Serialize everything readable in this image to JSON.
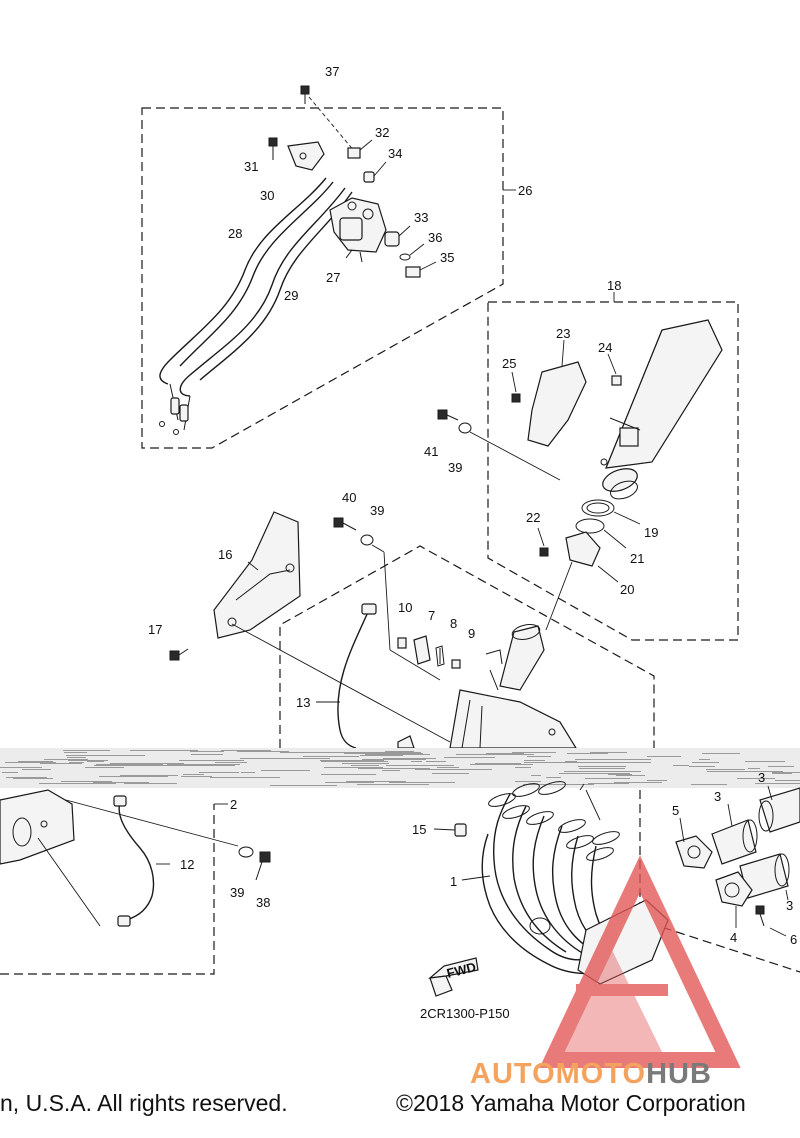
{
  "diagram_code": "2CR1300-P150",
  "fwd_label": "FWD",
  "footer": {
    "left": "n, U.S.A. All rights reserved.",
    "right": "©2018 Yamaha Motor Corporation"
  },
  "watermark": {
    "part1": "AUTOMOTO",
    "part2": "HUB",
    "accent_color": "#f4a35f",
    "logo_color": "#e25555",
    "gray_color": "#7a7a7a"
  },
  "callouts": {
    "c37": "37",
    "c32": "32",
    "c34": "34",
    "c31": "31",
    "c30": "30",
    "c26": "26",
    "c28": "28",
    "c33": "33",
    "c36": "36",
    "c27": "27",
    "c35": "35",
    "c29": "29",
    "c18": "18",
    "c23": "23",
    "c24": "24",
    "c25": "25",
    "c41": "41",
    "c39a": "39",
    "c19": "19",
    "c22": "22",
    "c21": "21",
    "c20": "20",
    "c40": "40",
    "c39b": "39",
    "c16": "16",
    "c17": "17",
    "c10": "10",
    "c7": "7",
    "c8": "8",
    "c9": "9",
    "c13": "13",
    "c2": "2",
    "c12": "12",
    "c39c": "39",
    "c38": "38",
    "c15": "15",
    "c1": "1",
    "c5": "5",
    "c3a": "3",
    "c3b": "3",
    "c3c": "3",
    "c4": "4",
    "c6": "6"
  }
}
